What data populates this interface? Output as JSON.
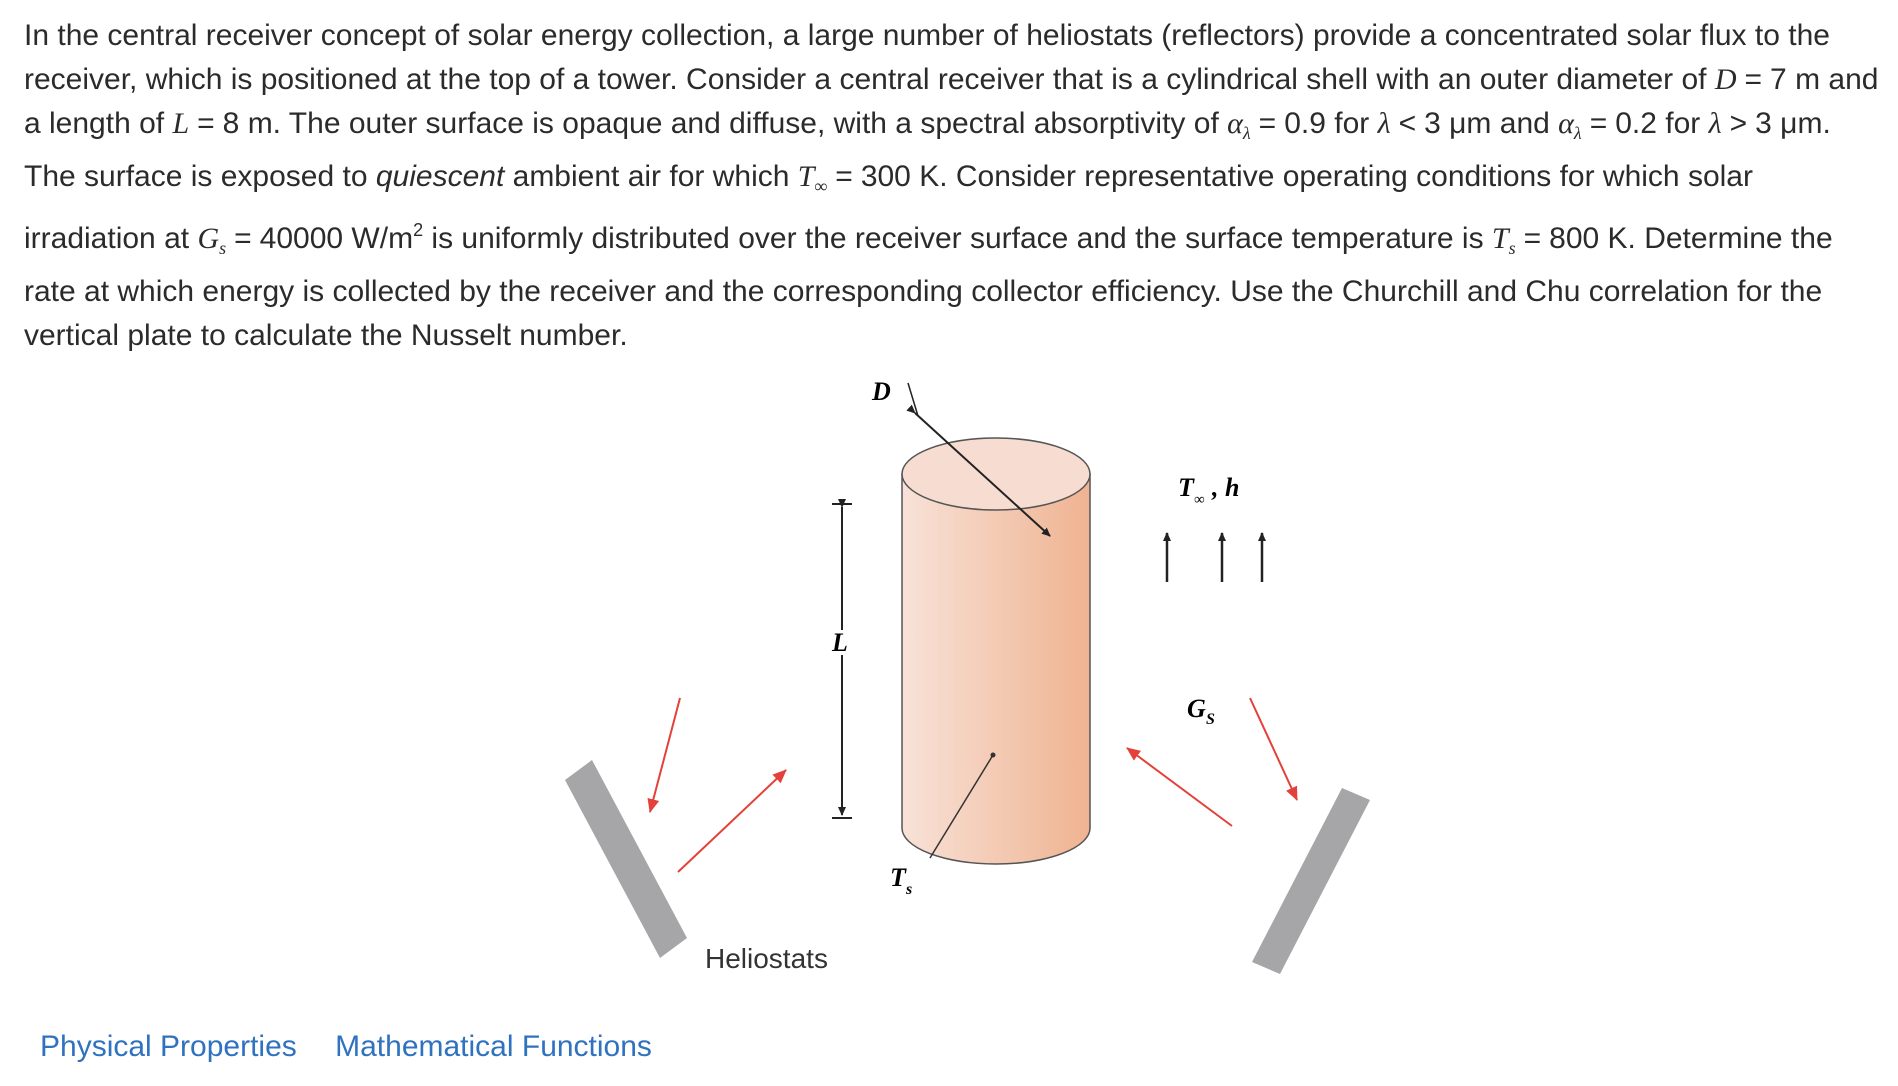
{
  "problem": {
    "s1": "In the central receiver concept of solar energy collection, a large number of heliostats (reflectors) provide a concentrated solar flux to the receiver, which is positioned at the top of a tower. Consider a central receiver that is a cylindrical shell with an outer diameter of ",
    "D": "D",
    "eq": "=",
    "s2": "7 m and a length of ",
    "L": "L",
    "s3": "8 m. The outer surface is opaque and diffuse, with a spectral absorptivity of ",
    "alpha": "α",
    "lambda": "λ",
    "s4": "0.9 for ",
    "lt": "<",
    "s5": "3 μm and ",
    "s6": "0.2 for ",
    "gt": ">",
    "s7": "3 μm. The surface is exposed to ",
    "quiescent": "quiescent",
    "s8": " ambient air for which ",
    "T": "T",
    "inf": "∞",
    "s9": "300 K. Consider representative operating conditions for which solar irradiation at ",
    "G": "G",
    "s": "s",
    "s10": "40000 W/m",
    "sq": "2",
    "s11": " is uniformly distributed over the receiver surface and the surface temperature is ",
    "s12": "800 K. Determine the rate at which energy is collected by the receiver and the corresponding collector efficiency. Use the Churchill and Chu correlation for the vertical plate to calculate the Nusselt number."
  },
  "figure": {
    "label_D": "D",
    "label_L": "L",
    "label_Tinf": "T",
    "label_Tinf_sub": "∞",
    "label_h": ", h",
    "label_Gs": "G",
    "label_Gs_sub": "S",
    "label_Ts": "T",
    "label_Ts_sub": "s",
    "label_heliostats": "Heliostats",
    "colors": {
      "cylinder_light": "#f8e2d8",
      "cylinder_dark": "#efb391",
      "heliostat": "#a6a6a8",
      "ray": "#e3413a"
    }
  },
  "links": {
    "physical": "Physical Properties",
    "math": "Mathematical Functions"
  }
}
